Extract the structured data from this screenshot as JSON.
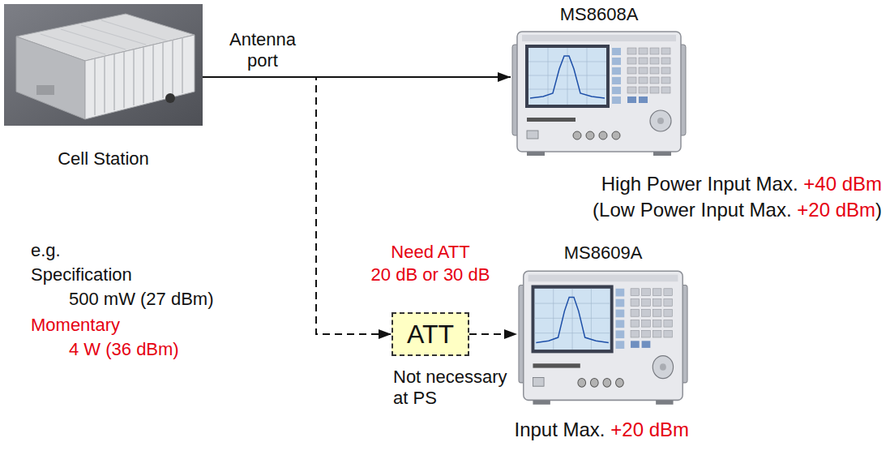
{
  "diagram": {
    "nodes": [
      {
        "text": [
          "Cell Station"
        ]
      },
      {
        "text": [
          "MS8608A",
          "High Power Input Max.",
          "+40 dBm",
          "(Low Power Input Max.",
          "+20 dBm",
          ")"
        ]
      },
      {
        "text": [
          "ATT"
        ]
      },
      {
        "text": [
          "MS8609A",
          "Input Max.",
          "+20 dBm"
        ]
      }
    ],
    "edges": [
      {
        "from": 0,
        "to": 1,
        "arrow": "to",
        "label": "Antenna port"
      },
      {
        "from": 0,
        "to": 2,
        "arrow": "to"
      },
      {
        "from": 2,
        "to": 3,
        "arrow": "to"
      }
    ],
    "labels": [
      "e.g.",
      "Specification",
      "500 mW (27 dBm)",
      "Momentary",
      "4 W (36 dBm)",
      "Need ATT",
      "20 dB or 30 dB",
      "Not necessary at PS"
    ]
  }
}
